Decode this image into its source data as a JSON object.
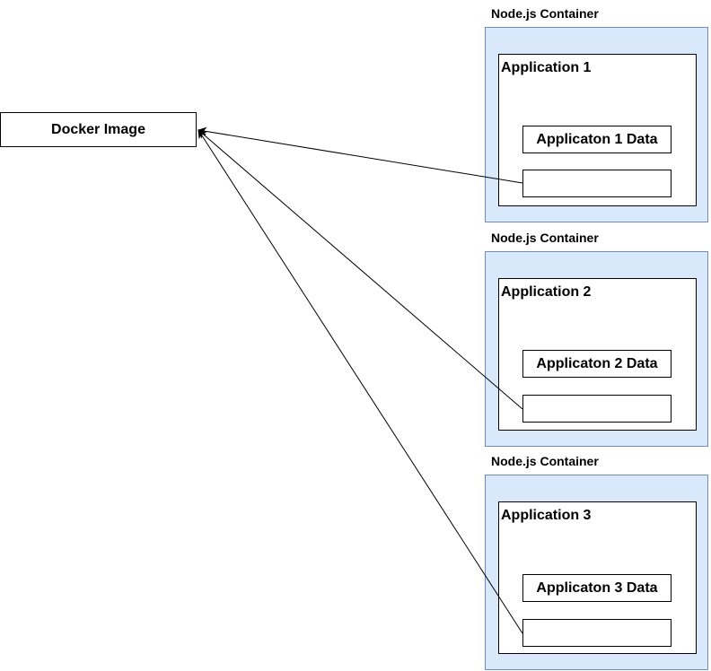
{
  "docker_image": {
    "label": "Docker Image"
  },
  "containers": [
    {
      "title": "Node.js Container",
      "app_title": "Application 1",
      "data_label": "Applicaton 1 Data"
    },
    {
      "title": "Node.js Container",
      "app_title": "Application 2",
      "data_label": "Applicaton 2 Data"
    },
    {
      "title": "Node.js Container",
      "app_title": "Application 3",
      "data_label": "Applicaton 3 Data"
    }
  ],
  "colors": {
    "container_fill": "#dae8fc",
    "container_stroke": "#6c8ebf",
    "line": "#000000"
  }
}
